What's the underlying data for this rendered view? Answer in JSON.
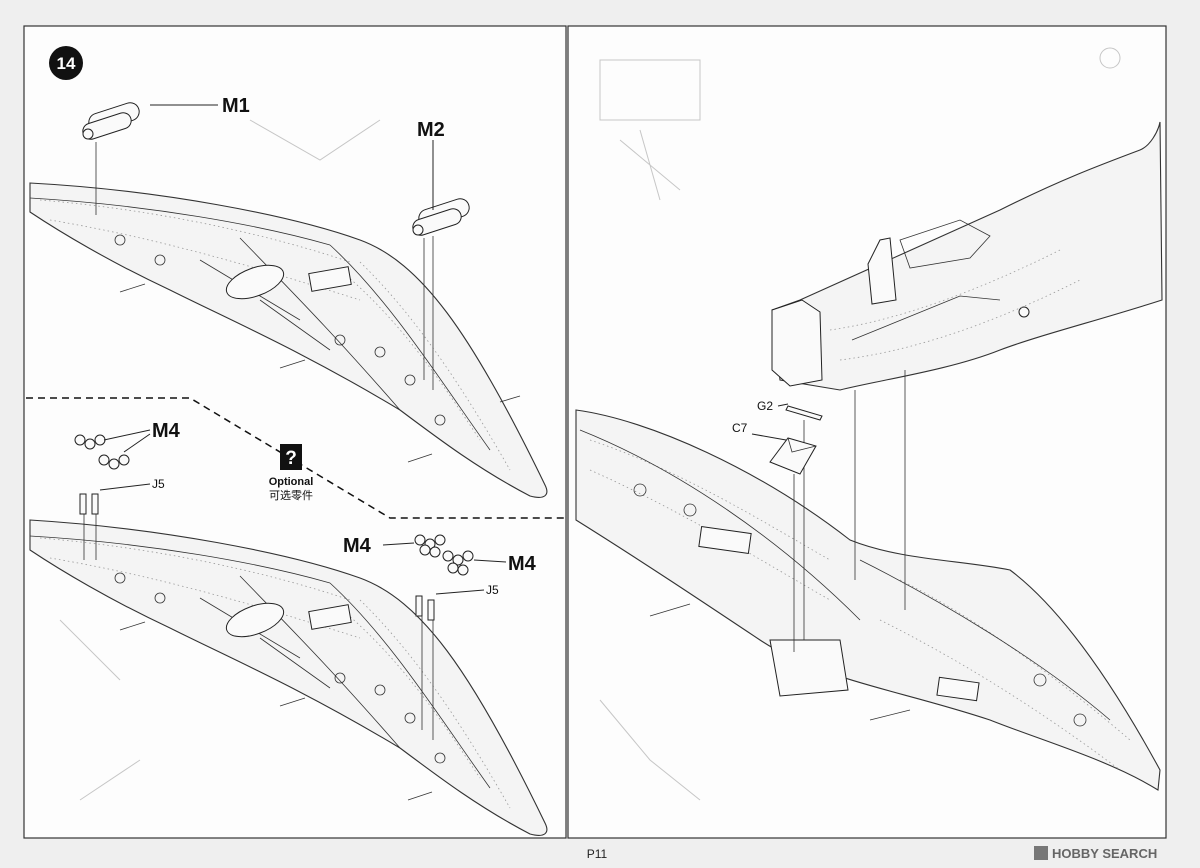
{
  "step": {
    "number": "14"
  },
  "optional": {
    "icon": "?",
    "label_en": "Optional",
    "label_cn": "可选零件"
  },
  "parts": {
    "m1": "M1",
    "m2": "M2",
    "m4_a": "M4",
    "m4_b": "M4",
    "m4_c": "M4",
    "j5_a": "J5",
    "j5_b": "J5",
    "g2": "G2",
    "c7": "C7"
  },
  "footer": {
    "page": "P11"
  },
  "watermark": {
    "text": "HOBBY SEARCH"
  }
}
